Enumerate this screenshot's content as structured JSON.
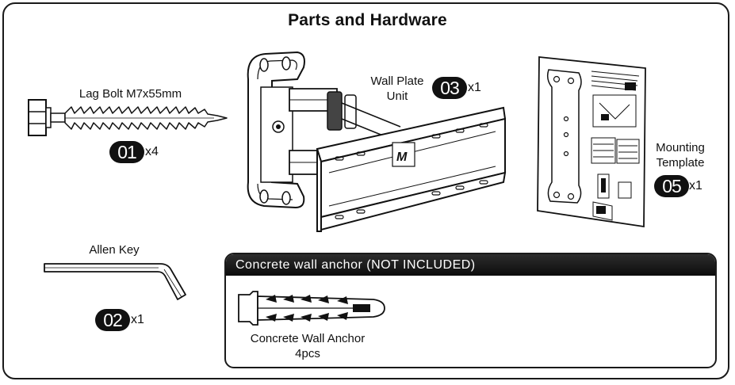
{
  "page": {
    "title": "Parts and Hardware"
  },
  "parts": {
    "lag_bolt": {
      "label": "Lag Bolt M7x55mm",
      "number": "01",
      "qty": "x4"
    },
    "allen_key": {
      "label": "Allen Key",
      "number": "02",
      "qty": "x1"
    },
    "wall_plate": {
      "label_line1": "Wall Plate",
      "label_line2": "Unit",
      "number": "03",
      "qty": "x1"
    },
    "template": {
      "label_line1": "Mounting",
      "label_line2": "Template",
      "number": "05",
      "qty": "x1"
    }
  },
  "not_included": {
    "header": "Concrete wall anchor (NOT INCLUDED)",
    "anchor": {
      "label_line1": "Concrete Wall Anchor",
      "label_line2": "4pcs"
    }
  },
  "colors": {
    "ink": "#111111",
    "badge": "#111111",
    "header_bg": "#1a1a1a"
  }
}
